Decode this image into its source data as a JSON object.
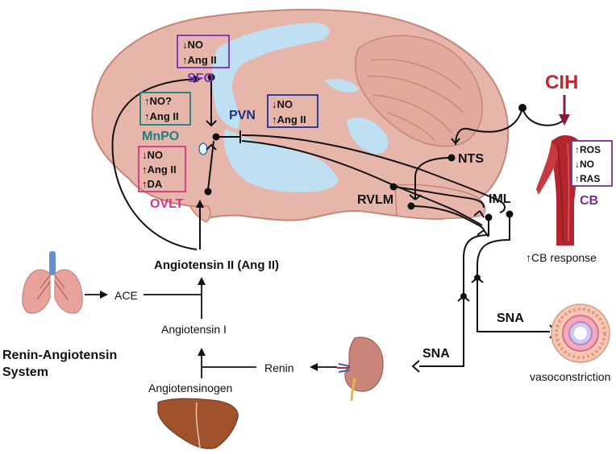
{
  "brain_regions": {
    "sfo": {
      "label": "SFO",
      "changes": [
        "↓NO",
        "↑Ang II"
      ],
      "color": "#7b2fbf"
    },
    "mnpo": {
      "label": "MnPO",
      "changes": [
        "↑NO?",
        "↑Ang II"
      ],
      "color": "#1f7f7f"
    },
    "ovlt": {
      "label": "OVLT",
      "changes": [
        "↓NO",
        "↑Ang II",
        "↑DA"
      ],
      "color": "#d4357f"
    },
    "pvn": {
      "label": "PVN",
      "changes": [
        "↓NO",
        "↑Ang II"
      ],
      "color": "#1f2f8f"
    },
    "nts": {
      "label": "NTS"
    },
    "rvlm": {
      "label": "RVLM"
    },
    "iml": {
      "label": "IML"
    }
  },
  "carotid_body": {
    "stimulus": "CIH",
    "label": "CB",
    "changes": [
      "↑ROS",
      "↓NO",
      "↑RAS"
    ],
    "response": "↑CB response",
    "stimulus_color": "#c0272d",
    "label_color": "#7b2f8f"
  },
  "ras": {
    "title_line1": "Renin-Angiotensin",
    "title_line2": "System",
    "ang2": "Angiotensin II (Ang II)",
    "ace": "ACE",
    "ang1": "Angiotensin I",
    "renin": "Renin",
    "angiotensinogen": "Angiotensinogen"
  },
  "sympathetic": {
    "sna_kidney": "SNA",
    "sna_vessel": "SNA",
    "vessel_effect": "vasoconstriction"
  }
}
